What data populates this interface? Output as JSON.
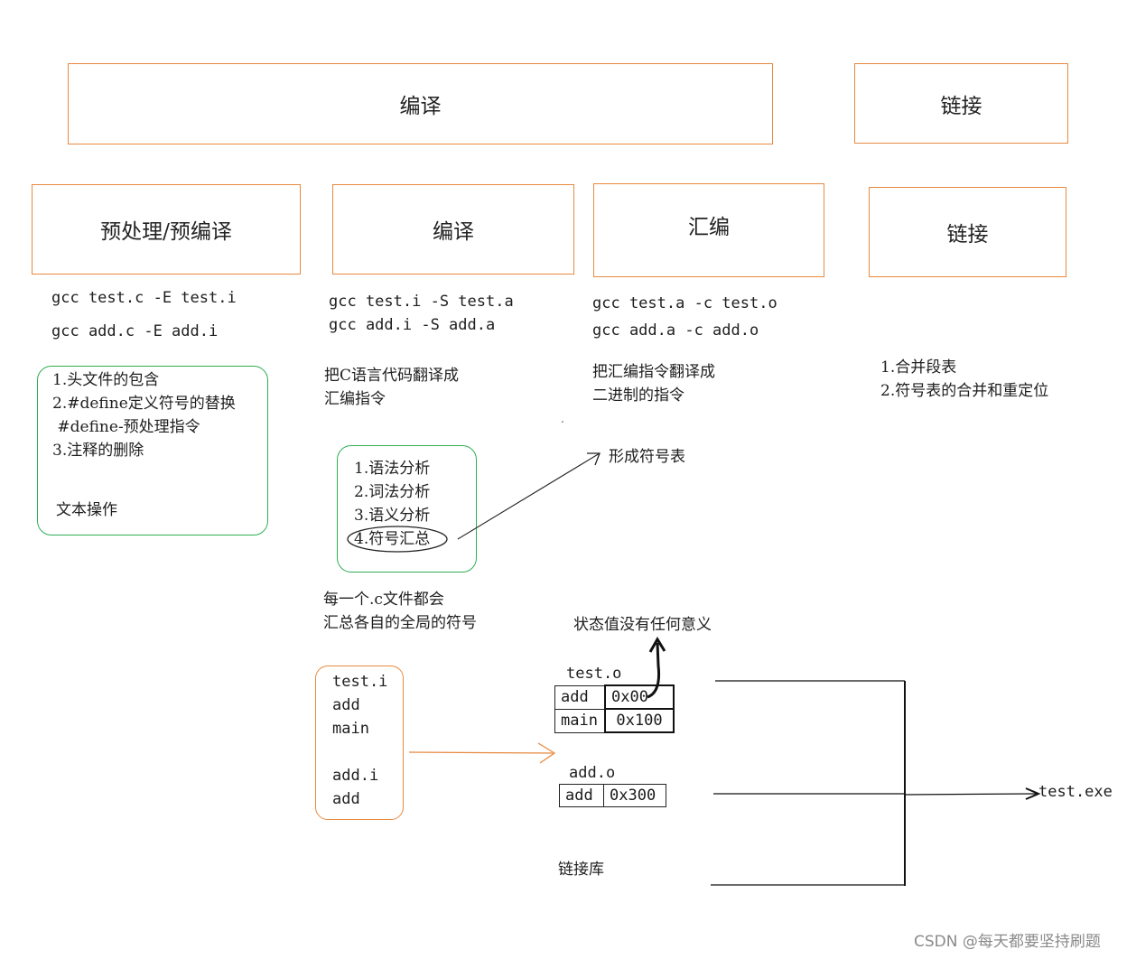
{
  "top": {
    "compile": "编译",
    "link": "链接"
  },
  "stages": [
    {
      "title": "预处理/预编译",
      "cmds": [
        "gcc test.c -E test.i",
        "gcc add.c -E add.i"
      ]
    },
    {
      "title": "编译",
      "cmds": [
        "gcc test.i -S test.a",
        "gcc add.i -S add.a"
      ]
    },
    {
      "title": "汇编",
      "cmds": [
        "gcc test.a -c test.o",
        "gcc add.a -c add.o"
      ]
    },
    {
      "title": "链接"
    }
  ],
  "preprocess_notes": {
    "items": [
      "1.头文件的包含",
      "2.#define定义符号的替换",
      " #define-预处理指令",
      "3.注释的删除"
    ],
    "footer": "文本操作"
  },
  "compile_desc": [
    "把C语言代码翻译成",
    "汇编指令"
  ],
  "compile_steps": [
    "1.语法分析",
    "2.词法分析",
    "3.语义分析",
    "4.符号汇总"
  ],
  "symbol_table_label": "形成符号表",
  "compile_summary": [
    "每一个.c文件都会",
    "汇总各自的全局的符号"
  ],
  "assemble_desc": [
    "把汇编指令翻译成",
    "二进制的指令"
  ],
  "link_notes": [
    "1.合并段表",
    "2.符号表的合并和重定位"
  ],
  "symbols_box": {
    "lines": [
      "test.i",
      "add",
      "main",
      "",
      "add.i",
      "add"
    ]
  },
  "status_note": "状态值没有任何意义",
  "test_o": {
    "title": "test.o",
    "rows": [
      {
        "name": "add",
        "addr": "0x00"
      },
      {
        "name": "main",
        "addr": "0x100"
      }
    ]
  },
  "add_o": {
    "title": "add.o",
    "rows": [
      {
        "name": "add",
        "addr": "0x300"
      }
    ]
  },
  "link_lib": "链接库",
  "output": "test.exe",
  "watermark": "CSDN @每天都要坚持刷题",
  "colors": {
    "orange": "#e8893f",
    "green": "#2fae55",
    "ink": "#1e1e1e"
  }
}
